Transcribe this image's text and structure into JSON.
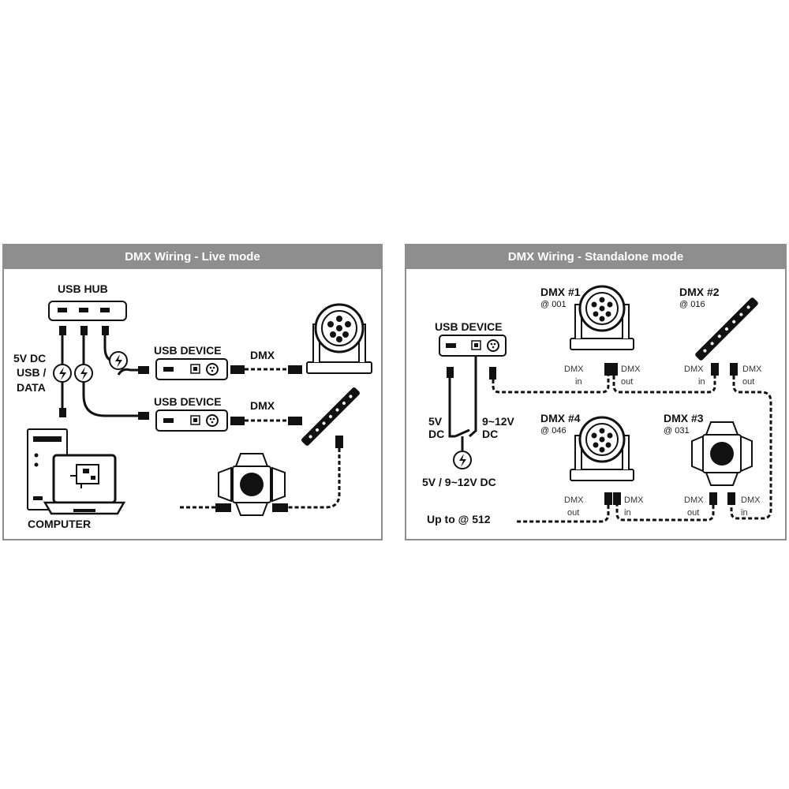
{
  "live": {
    "title": "DMX Wiring - Live mode",
    "usb_hub": "USB HUB",
    "power_label_1": "5V DC",
    "power_label_2": "USB /",
    "power_label_3": "DATA",
    "usb_device_1": "USB DEVICE",
    "usb_device_2": "USB DEVICE",
    "dmx_1": "DMX",
    "dmx_2": "DMX",
    "computer": "COMPUTER"
  },
  "standalone": {
    "title": "DMX Wiring - Standalone mode",
    "usb_device": "USB DEVICE",
    "power_5v_a": "5V",
    "power_5v_b": "DC",
    "power_12v_a": "9~12V",
    "power_12v_b": "DC",
    "power_source": "5V / 9~12V DC",
    "up_to": "Up to @ 512",
    "fixtures": [
      {
        "name": "DMX #1",
        "address": "@ 001"
      },
      {
        "name": "DMX #2",
        "address": "@ 016"
      },
      {
        "name": "DMX #4",
        "address": "@ 046"
      },
      {
        "name": "DMX #3",
        "address": "@ 031"
      }
    ],
    "ports": {
      "dmx": "DMX",
      "in": "in",
      "out": "out"
    }
  }
}
